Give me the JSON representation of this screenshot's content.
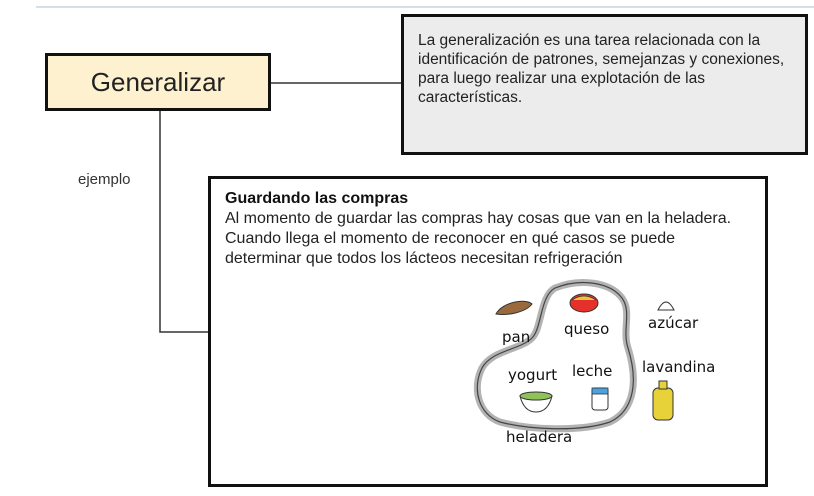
{
  "nodes": {
    "main": "Generalizar",
    "definition": "La generalización es una tarea relacionada con la identificación de patrones, semejanzas y conexiones, para luego realizar una explotación de las características.",
    "edge_label": "ejemplo",
    "example": {
      "title": "Guardando las compras",
      "body": "Al momento de guardar las compras hay cosas que van en la heladera. Cuando llega el momento de reconocer en qué casos se puede determinar que todos los lácteos necesitan refrigeración"
    }
  },
  "drawing": {
    "items": {
      "pan": "pan",
      "queso": "queso",
      "azucar": "azúcar",
      "yogurt": "yogurt",
      "leche": "leche",
      "lavandina": "lavandina",
      "heladera": "heladera"
    }
  },
  "colors": {
    "node_fill": "#fdf1cf",
    "definition_fill": "#ececec",
    "cheese": "#e4322b",
    "bread": "#9b6a3c",
    "yogurt": "#8fc25a",
    "milk": "#4aa3df",
    "bleach": "#e8d23a"
  }
}
